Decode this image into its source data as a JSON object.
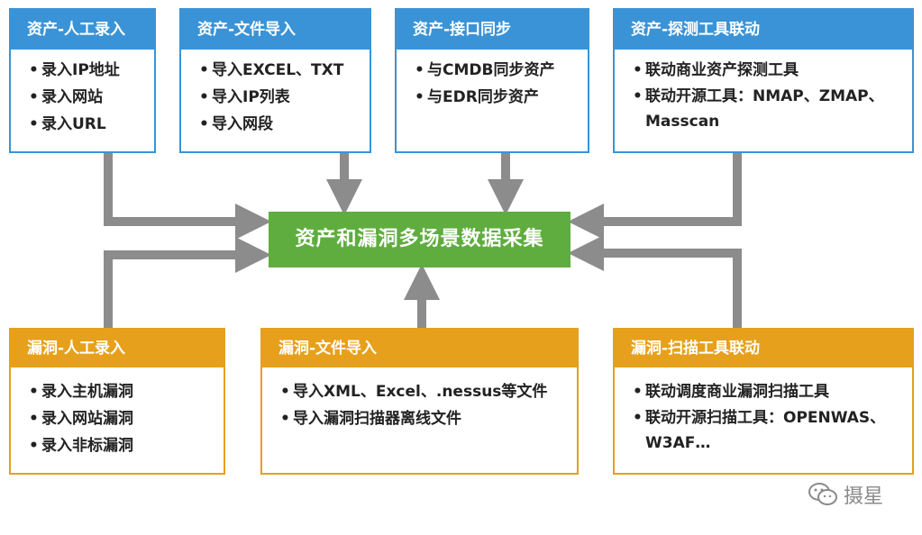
{
  "cards": {
    "asset_manual": {
      "title": "资产-人工录入",
      "items": [
        "录入IP地址",
        "录入网站",
        "录入URL"
      ]
    },
    "asset_file": {
      "title": "资产-文件导入",
      "items": [
        "导入EXCEL、TXT",
        "导入IP列表",
        "导入网段"
      ]
    },
    "asset_api": {
      "title": "资产-接口同步",
      "items": [
        "与CMDB同步资产",
        "与EDR同步资产"
      ]
    },
    "asset_probe": {
      "title": "资产-探测工具联动",
      "items": [
        "联动商业资产探测工具",
        "联动开源工具：NMAP、ZMAP、Masscan"
      ]
    },
    "vuln_manual": {
      "title": "漏洞-人工录入",
      "items": [
        "录入主机漏洞",
        "录入网站漏洞",
        "录入非标漏洞"
      ]
    },
    "vuln_file": {
      "title": "漏洞-文件导入",
      "items": [
        "导入XML、Excel、.nessus等文件",
        "导入漏洞扫描器离线文件"
      ]
    },
    "vuln_scan": {
      "title": "漏洞-扫描工具联动",
      "items": [
        "联动调度商业漏洞扫描工具",
        "联动开源扫描工具：OPENWAS、W3AF…"
      ]
    }
  },
  "center": {
    "label": "资产和漏洞多场景数据采集"
  },
  "colors": {
    "asset_blue": "#3a93d6",
    "vuln_orange": "#e6a01b",
    "center_green": "#5fad3e",
    "arrow_gray": "#8c8c8c"
  },
  "watermark": {
    "text": "摄星",
    "icon": "wechat-icon"
  }
}
